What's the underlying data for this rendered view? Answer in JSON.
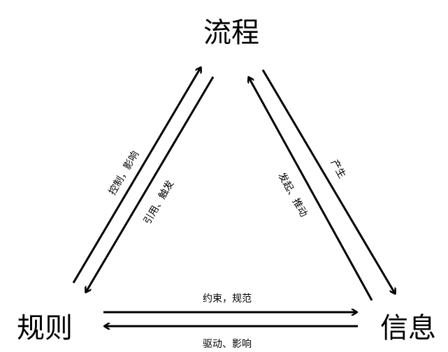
{
  "nodes": {
    "process": "流程",
    "rules": "规则",
    "information": "信息"
  },
  "edges": {
    "rules_to_process": "控制，影响",
    "process_to_rules": "引用、触发",
    "info_to_process": "发起、推动",
    "process_to_info": "产生",
    "rules_to_info": "约束，规范",
    "info_to_rules": "驱动、影响"
  }
}
